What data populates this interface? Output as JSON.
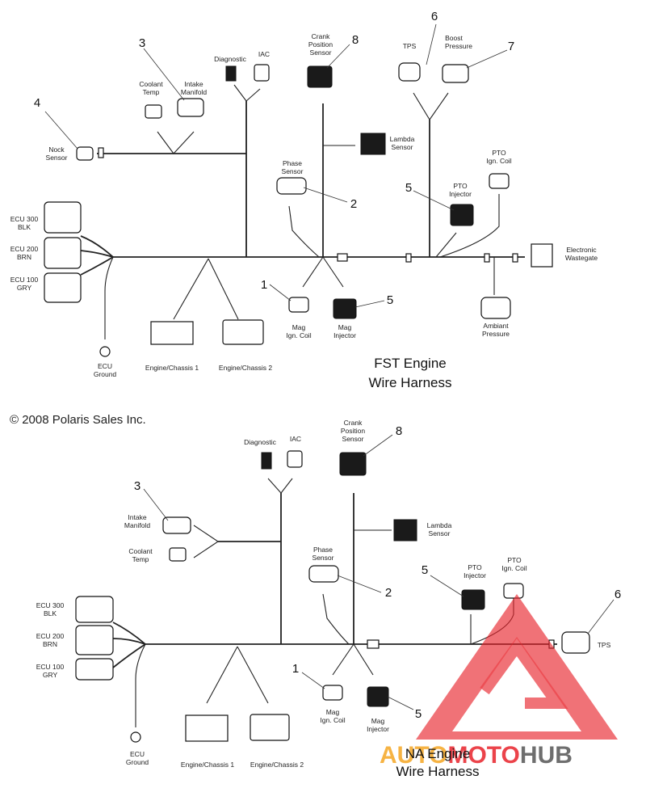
{
  "copyright": "© 2008 Polaris Sales Inc.",
  "top": {
    "title_line1": "FST Engine",
    "title_line2": "Wire Harness",
    "labels": {
      "diagnostic": "Diagnostic",
      "iac": "IAC",
      "crank1": "Crank",
      "crank2": "Position",
      "crank3": "Sensor",
      "tps": "TPS",
      "boost1": "Boost",
      "boost2": "Pressure",
      "coolant1": "Coolant",
      "coolant2": "Temp",
      "intake1": "Intake",
      "intake2": "Manifold",
      "nock1": "Nock",
      "nock2": "Sensor",
      "lambda1": "Lambda",
      "lambda2": "Sensor",
      "phase1": "Phase",
      "phase2": "Sensor",
      "ptocoil1": "PTO",
      "ptocoil2": "Ign. Coil",
      "ptoinj1": "PTO",
      "ptoinj2": "Injector",
      "ecu300a": "ECU 300",
      "ecu300b": "BLK",
      "ecu200a": "ECU 200",
      "ecu200b": "BRN",
      "ecu100a": "ECU 100",
      "ecu100b": "GRY",
      "wastegate1": "Electronic",
      "wastegate2": "Wastegate",
      "ambient1": "Ambiant",
      "ambient2": "Pressure",
      "magcoil1": "Mag",
      "magcoil2": "Ign. Coil",
      "maginj1": "Mag",
      "maginj2": "Injector",
      "ground1": "ECU",
      "ground2": "Ground",
      "chassis1": "Engine/Chassis 1",
      "chassis2": "Engine/Chassis 2"
    },
    "numbers": [
      "6",
      "3",
      "8",
      "7",
      "4",
      "2",
      "5",
      "1",
      "5"
    ]
  },
  "bottom": {
    "title_line1": "NA Engine",
    "title_line2": "Wire Harness",
    "labels": {
      "diagnostic": "Diagnostic",
      "iac": "IAC",
      "crank1": "Crank",
      "crank2": "Position",
      "crank3": "Sensor",
      "intake1": "Intake",
      "intake2": "Manifold",
      "coolant1": "Coolant",
      "coolant2": "Temp",
      "lambda1": "Lambda",
      "lambda2": "Sensor",
      "phase1": "Phase",
      "phase2": "Sensor",
      "ptoinj1": "PTO",
      "ptoinj2": "Injector",
      "ptocoil1": "PTO",
      "ptocoil2": "Ign. Coil",
      "tps": "TPS",
      "ecu300a": "ECU 300",
      "ecu300b": "BLK",
      "ecu200a": "ECU 200",
      "ecu200b": "BRN",
      "ecu100a": "ECU 100",
      "ecu100b": "GRY",
      "magcoil1": "Mag",
      "magcoil2": "Ign. Coil",
      "maginj1": "Mag",
      "maginj2": "Injector",
      "ground1": "ECU",
      "ground2": "Ground",
      "chassis1": "Engine/Chassis 1",
      "chassis2": "Engine/Chassis 2"
    },
    "numbers": [
      "8",
      "3",
      "2",
      "5",
      "6",
      "1",
      "5"
    ]
  },
  "watermark": {
    "part1": "AUTO",
    "part2": "MOTO",
    "part3": "HUB",
    "color_red": "#e8232b",
    "color_orange": "#f5a623",
    "color_gray": "#555555"
  }
}
